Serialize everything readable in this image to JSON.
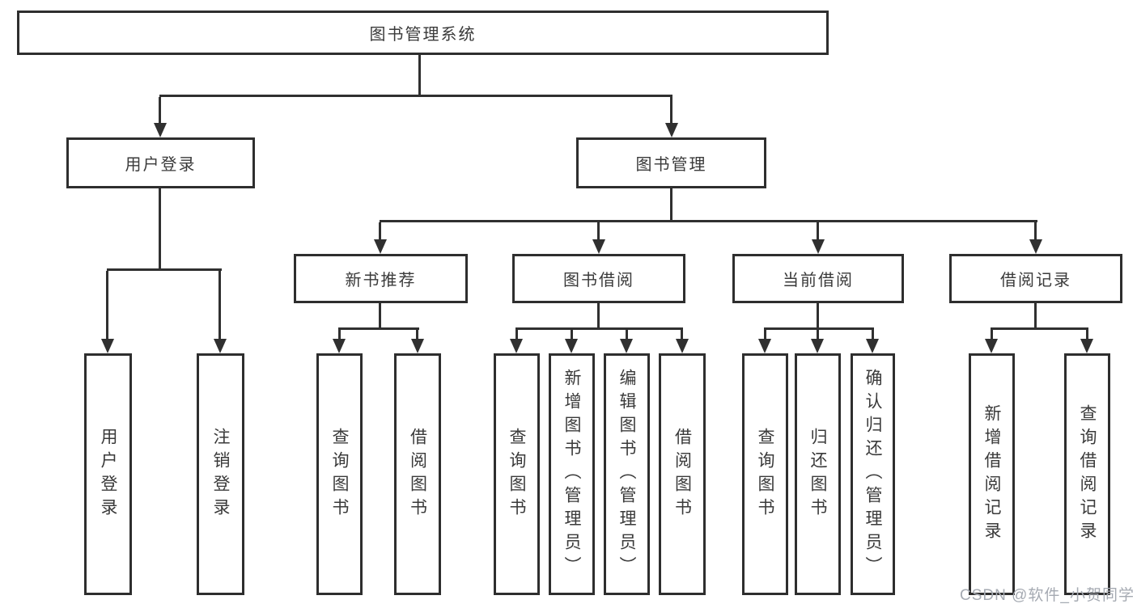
{
  "diagram": {
    "root": {
      "label": "图书管理系统"
    },
    "level2": {
      "user_login": {
        "label": "用户登录"
      },
      "book_management": {
        "label": "图书管理"
      }
    },
    "level3": {
      "new_book_recommend": {
        "label": "新书推荐"
      },
      "book_borrowing": {
        "label": "图书借阅"
      },
      "current_borrowing": {
        "label": "当前借阅"
      },
      "borrowing_records": {
        "label": "借阅记录"
      }
    },
    "leaves": {
      "user_login": {
        "label": "用户登录"
      },
      "logout": {
        "label": "注销登录"
      },
      "query_books_recommend": {
        "label": "查询图书"
      },
      "borrow_books_recommend": {
        "label": "借阅图书"
      },
      "query_books_borrowing": {
        "label": "查询图书"
      },
      "add_book_admin": {
        "label": "新增图书（管理员）"
      },
      "edit_book_admin": {
        "label": "编辑图书（管理员）"
      },
      "borrow_books_borrowing": {
        "label": "借阅图书"
      },
      "query_books_current": {
        "label": "查询图书"
      },
      "return_book": {
        "label": "归还图书"
      },
      "confirm_return_admin": {
        "label": "确认归还（管理员）"
      },
      "add_borrow_record": {
        "label": "新增借阅记录"
      },
      "query_borrow_record": {
        "label": "查询借阅记录"
      }
    },
    "colors": {
      "line": "#303030",
      "border": "#2e2e2e",
      "text": "#3a3a3a",
      "watermark": "#a5aab2"
    }
  },
  "watermark": {
    "text": "CSDN @软件_小贺同学"
  }
}
